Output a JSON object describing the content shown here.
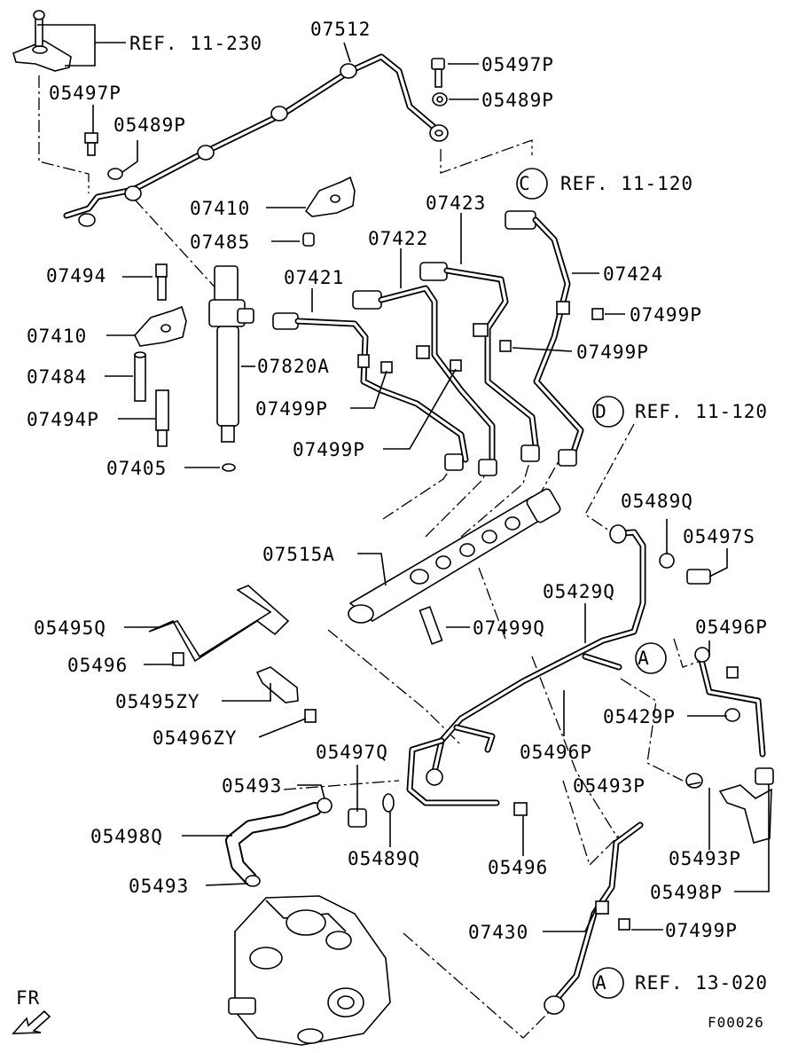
{
  "diagram_code": "F00026",
  "fr_label": "FR",
  "refs": {
    "ref_11_230": "REF. 11-230",
    "ref_c": {
      "letter": "C",
      "text": "REF. 11-120"
    },
    "ref_d": {
      "letter": "D",
      "text": "REF. 11-120"
    },
    "ref_a_13": {
      "letter": "A",
      "text": "REF. 13-020"
    },
    "marker_a": "A"
  },
  "parts": {
    "p07512": "07512",
    "p05497P_top": "05497P",
    "p05489P_top": "05489P",
    "p05497P_left": "05497P",
    "p05489P_left": "05489P",
    "p07410_top": "07410",
    "p07485": "07485",
    "p07494": "07494",
    "p07410_left": "07410",
    "p07484": "07484",
    "p07494P": "07494P",
    "p07405": "07405",
    "p07820A": "07820A",
    "p07421": "07421",
    "p07422": "07422",
    "p07423": "07423",
    "p07424": "07424",
    "p07499P_a": "07499P",
    "p07499P_b": "07499P",
    "p07499P_c": "07499P",
    "p07499P_d": "07499P",
    "p05489Q_right": "05489Q",
    "p05497S": "05497S",
    "p07515A": "07515A",
    "p05429Q": "05429Q",
    "p07499Q": "07499Q",
    "p05495Q": "05495Q",
    "p05496_left": "05496",
    "p05495ZY": "05495ZY",
    "p05496ZY": "05496ZY",
    "p05496P_right": "05496P",
    "p05429P": "05429P",
    "p05496P_mid": "05496P",
    "p05497Q": "05497Q",
    "p05493_top": "05493",
    "p05493P_a": "05493P",
    "p05498Q": "05498Q",
    "p05489Q_bottom": "05489Q",
    "p05496_bottom": "05496",
    "p05493P_b": "05493P",
    "p05493_bottom": "05493",
    "p05498P": "05498P",
    "p07430": "07430",
    "p07499P_e": "07499P"
  }
}
